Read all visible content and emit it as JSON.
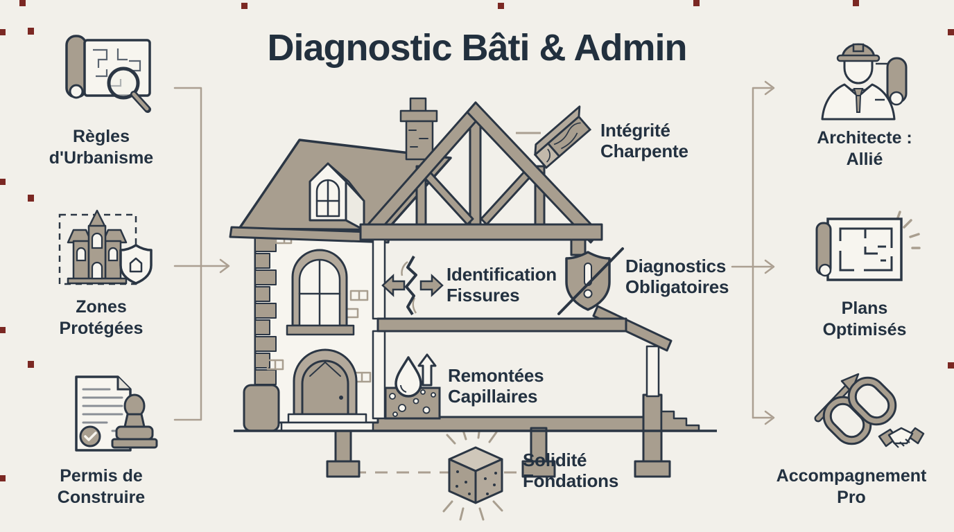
{
  "title": "Diagnostic Bâti & Admin",
  "colors": {
    "background": "#f2f0ea",
    "ink": "#233140",
    "outline": "#2b3644",
    "taupe": "#a89e8f",
    "taupe_light": "#b3a99b",
    "panel_white": "#f7f5ef",
    "connector": "#ab9f91",
    "registration_mark_red": "#7b2823"
  },
  "left_column": {
    "items": [
      {
        "icon": "map-magnifier-icon",
        "label_line1": "Règles",
        "label_line2": "d'Urbanisme"
      },
      {
        "icon": "protected-building-shield-icon",
        "label_line1": "Zones",
        "label_line2": "Protégées"
      },
      {
        "icon": "permit-document-stamp-icon",
        "label_line1": "Permis de",
        "label_line2": "Construire"
      }
    ]
  },
  "right_column": {
    "items": [
      {
        "icon": "architect-icon",
        "label_line1": "Architecte :",
        "label_line2": "Allié"
      },
      {
        "icon": "floor-plan-icon",
        "label_line1": "Plans",
        "label_line2": "Optimisés"
      },
      {
        "icon": "chain-handshake-icon",
        "label_line1": "Accompagnement",
        "label_line2": "Pro"
      }
    ]
  },
  "callouts": [
    {
      "icon": "wood-beam-icon",
      "line1": "Intégrité",
      "line2": "Charpente"
    },
    {
      "icon": "crack-icon",
      "line1": "Identification",
      "line2": "Fissures"
    },
    {
      "icon": "warning-shield-icon",
      "line1": "Diagnostics",
      "line2": "Obligatoires"
    },
    {
      "icon": "rising-damp-icon",
      "line1": "Remontées",
      "line2": "Capillaires"
    },
    {
      "icon": "foundation-cube-icon",
      "line1": "Solidité",
      "line2": "Fondations"
    }
  ],
  "illustration": "house-cross-section"
}
